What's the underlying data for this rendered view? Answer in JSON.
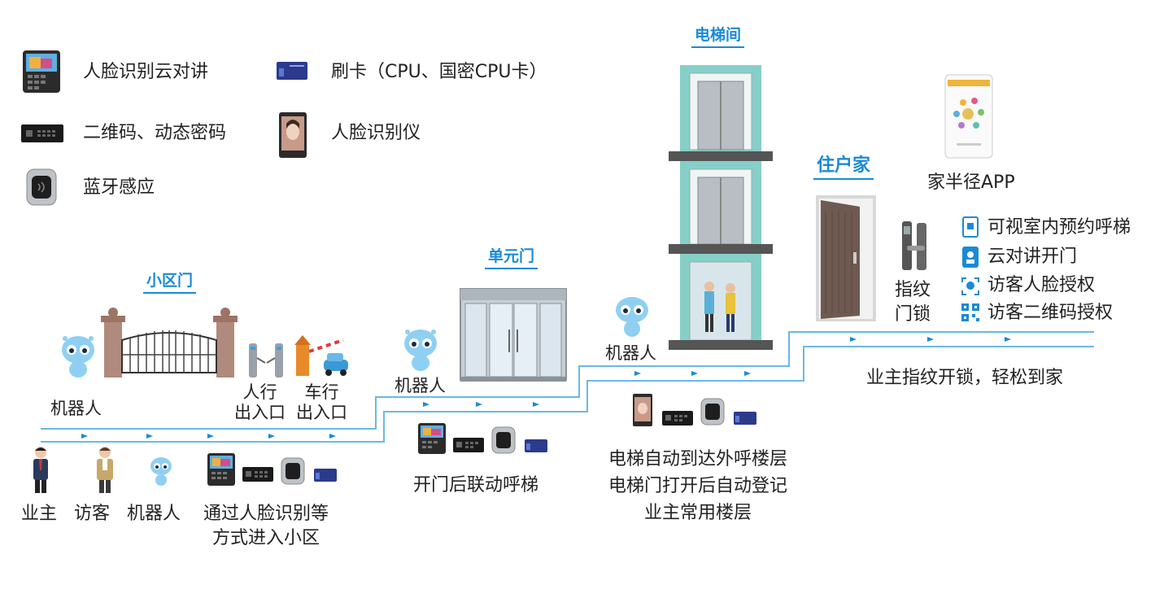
{
  "legend": {
    "face_intercom": "人脸识别云对讲",
    "card": "刷卡（CPU、国密CPU卡）",
    "qr": "二维码、动态密码",
    "face_device": "人脸识别仪",
    "bluetooth": "蓝牙感应"
  },
  "sections": {
    "community_gate": "小区门",
    "unit_door": "单元门",
    "elevator_room": "电梯间",
    "resident_home": "住户家"
  },
  "labels": {
    "robot": "机器人",
    "pedestrian": [
      "人行",
      "出入口"
    ],
    "vehicle": [
      "车行",
      "出入口"
    ],
    "owner": "业主",
    "visitor": "访客",
    "entry": [
      "通过人脸识别等",
      "方式进入小区"
    ],
    "unit_linkage": "开门后联动呼梯",
    "elevator_desc": [
      "电梯自动到达外呼楼层",
      "电梯门打开后自动登记",
      "业主常用楼层"
    ],
    "fingerprint_lock": [
      "指纹",
      "门锁"
    ],
    "app": "家半径APP",
    "home_final": "业主指纹开锁，轻松到家"
  },
  "app_features": [
    "可视室内预约呼梯",
    "云对讲开门",
    "访客人脸授权",
    "访客二维码授权"
  ],
  "colors": {
    "accent": "#1a8ad6",
    "path": "#6ab8e8",
    "teal": "#86cfc8",
    "dark": "#333333"
  }
}
